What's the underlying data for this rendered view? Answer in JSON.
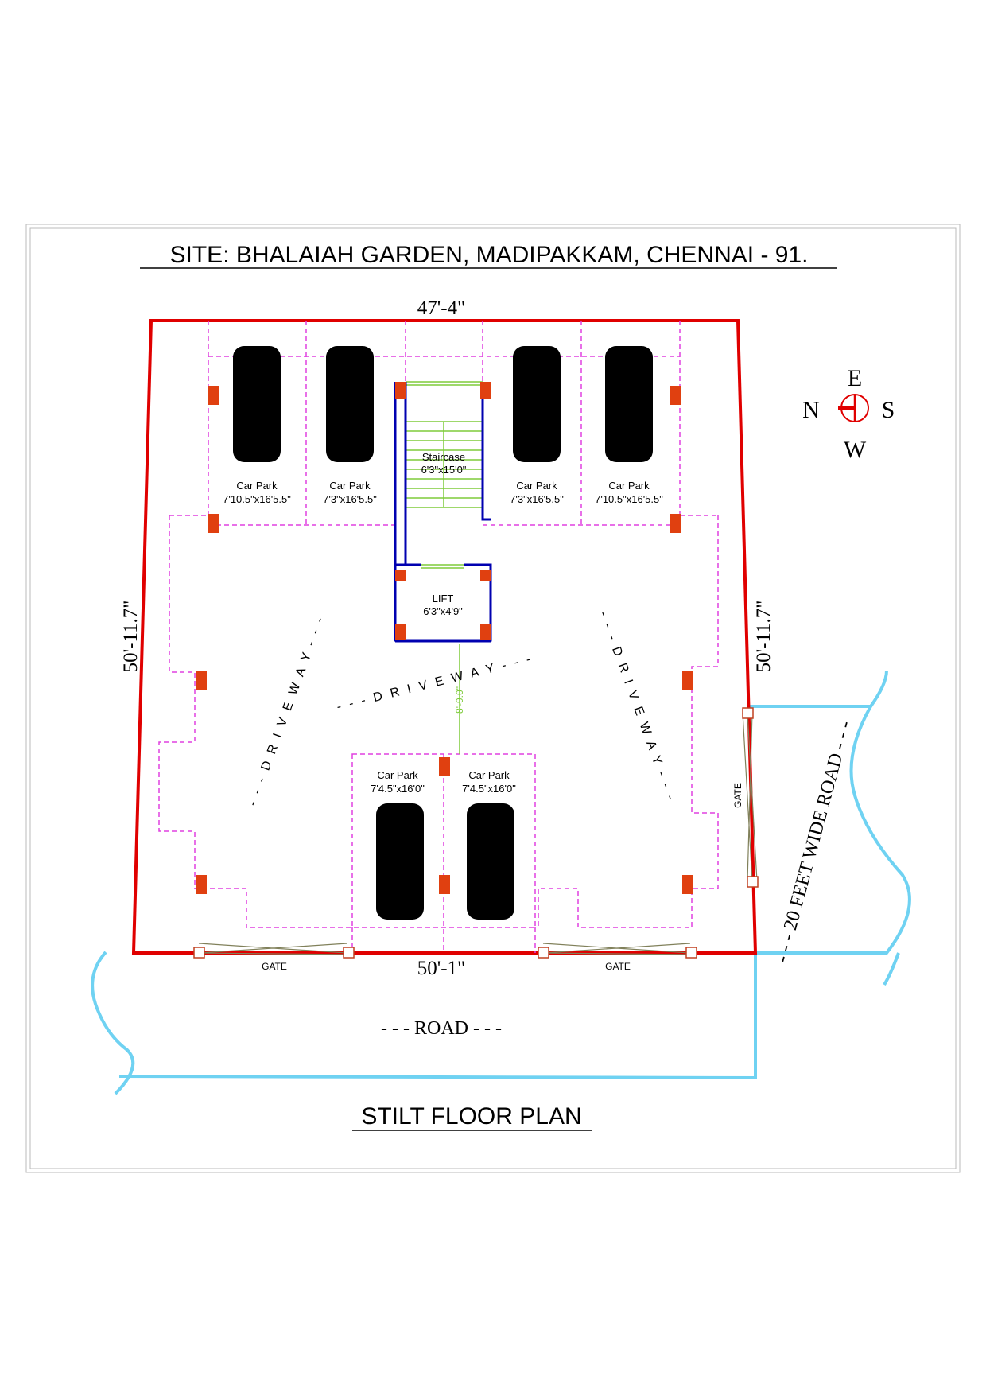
{
  "title": "SITE: BHALAIAH GARDEN, MADIPAKKAM, CHENNAI - 91.",
  "subtitle": "STILT FLOOR PLAN",
  "dimensions": {
    "top": "47'-4\"",
    "bottom": "50'-1\"",
    "left": "50'-11.7\"",
    "right": "50'-11.7\"",
    "setback": "8'-9.0\""
  },
  "compass": {
    "north": "N",
    "east": "E",
    "south": "S",
    "west": "W"
  },
  "rooms": {
    "car_label": "Car Park",
    "car1_size": "7'10.5\"x16'5.5\"",
    "car2_size": "7'3\"x16'5.5\"",
    "car3_size": "7'3\"x16'5.5\"",
    "car4_size": "7'10.5\"x16'5.5\"",
    "car5_size": "7'4.5\"x16'0\"",
    "car6_size": "7'4.5\"x16'0\"",
    "staircase_label": "Staircase",
    "staircase_size": "6'3\"x15'0\"",
    "lift_label": "LIFT",
    "lift_size": "6'3\"x4'9\""
  },
  "driveway": "- - - D R I V E   W A Y - - -",
  "gate": "GATE",
  "road_front": "- - -  ROAD - - -",
  "road_side": "- - - 20 FEET WIDE ROAD - - -",
  "colors": {
    "wall": "#e00000",
    "parking": "#e040e0",
    "core": "#0000b0",
    "column": "#e04010",
    "road": "#6fd2f2",
    "stair": "#7ecb3a"
  }
}
